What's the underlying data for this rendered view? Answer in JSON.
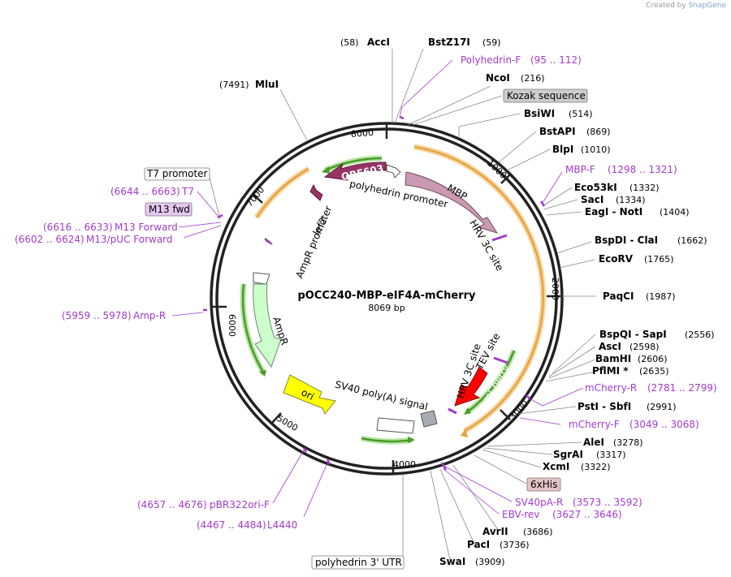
{
  "credit": {
    "prefix": "Created by",
    "brand": "SnapGene"
  },
  "plasmid": {
    "name": "pOCC240-MBP-eIF4A-mCherry",
    "size": "8069 bp"
  },
  "ticks": [
    "1000",
    "2000",
    "3000",
    "4000",
    "5000",
    "6000",
    "7000",
    "8000"
  ],
  "enzymes": [
    {
      "name": "AccI",
      "pos": "(58)"
    },
    {
      "name": "BstZ17I",
      "pos": "(59)"
    },
    {
      "name": "NcoI",
      "pos": "(216)"
    },
    {
      "name": "BsiWI",
      "pos": "(514)"
    },
    {
      "name": "BstAPI",
      "pos": "(869)"
    },
    {
      "name": "BlpI",
      "pos": "(1010)"
    },
    {
      "name": "Eco53kI",
      "pos": "(1332)"
    },
    {
      "name": "SacI",
      "pos": "(1334)"
    },
    {
      "name": "EagI - NotI",
      "pos": "(1404)"
    },
    {
      "name": "BspDI - ClaI",
      "pos": "(1662)"
    },
    {
      "name": "EcoRV",
      "pos": "(1765)"
    },
    {
      "name": "PaqCI",
      "pos": "(1987)"
    },
    {
      "name": "BspQI - SapI",
      "pos": "(2556)"
    },
    {
      "name": "AscI",
      "pos": "(2598)"
    },
    {
      "name": "BamHI",
      "pos": "(2606)"
    },
    {
      "name": "PflMI *",
      "pos": "(2635)"
    },
    {
      "name": "PstI - SbfI",
      "pos": "(2991)"
    },
    {
      "name": "AleI",
      "pos": "(3278)"
    },
    {
      "name": "SgrAI",
      "pos": "(3317)"
    },
    {
      "name": "XcmI",
      "pos": "(3322)"
    },
    {
      "name": "AvrII",
      "pos": "(3686)"
    },
    {
      "name": "PacI",
      "pos": "(3736)"
    },
    {
      "name": "SwaI",
      "pos": "(3909)"
    },
    {
      "name": "MluI",
      "pos": "(7491)"
    }
  ],
  "primers": [
    {
      "name": "Polyhedrin-F",
      "pos": "(95 .. 112)"
    },
    {
      "name": "MBP-F",
      "pos": "(1298 .. 1321)"
    },
    {
      "name": "mCherry-R",
      "pos": "(2781 .. 2799)"
    },
    {
      "name": "mCherry-F",
      "pos": "(3049 .. 3068)"
    },
    {
      "name": "SV40pA-R",
      "pos": "(3573 .. 3592)"
    },
    {
      "name": "EBV-rev",
      "pos": "(3627 .. 3646)"
    },
    {
      "name": "pBR322ori-F",
      "pos": "(4657 .. 4676)"
    },
    {
      "name": "L4440",
      "pos": "(4467 .. 4484)"
    },
    {
      "name": "Amp-R",
      "pos": "(5959 .. 5978)"
    },
    {
      "name": "M13/pUC Forward",
      "pos": "(6602 .. 6624)"
    },
    {
      "name": "M13 Forward",
      "pos": "(6616 .. 6633)"
    },
    {
      "name": "T7",
      "pos": "(6644 .. 6663)"
    }
  ],
  "boxed_features": {
    "kozak": "Kozak sequence",
    "t7_promoter": "T7 promoter",
    "m13_fwd": "M13 fwd",
    "his": "6xHis",
    "polyhedrin_utr": "polyhedrin 3' UTR"
  },
  "features": {
    "orf603": "ORF603",
    "polyhedrin_promoter": "polyhedrin promoter",
    "mbp": "MBP",
    "hrv_top": "HRV 3C site",
    "tev": "TEV site",
    "hrv_bottom": "HRV 3C site",
    "mcherry": "mCherry",
    "sv40": "SV40 poly(A) signal",
    "ori": "ori",
    "ampr": "AmpR",
    "ampr_promoter": "AmpR promoter",
    "lef2": "lef2"
  },
  "colors": {
    "primer": "#a33bcc",
    "mbp": "#cc99b3",
    "orf603": "#993366",
    "mcherry": "#ff0000",
    "ori": "#ffff00",
    "ampr": "#ccffcc",
    "orf_arc": "#4c9a2a",
    "orange_arc": "#e8a33d"
  }
}
